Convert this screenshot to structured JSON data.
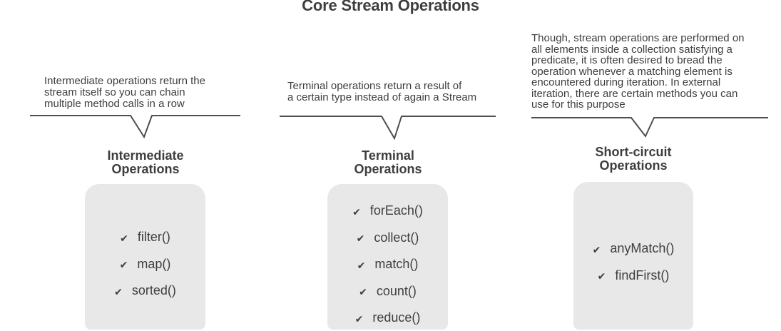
{
  "title": "Core Stream Operations",
  "colors": {
    "text": "#3f3e3e",
    "box_bg": "#e9e8e8",
    "brace_line": "#4f4e4e",
    "background": "#ffffff"
  },
  "icons": {
    "check": "✔"
  },
  "columns": [
    {
      "name": "intermediate-operations",
      "description": "Intermediate operations return the\nstream itself so you can chain\nmultiple method calls in a row",
      "heading": "Intermediate\nOperations",
      "items": [
        "filter()",
        "map()",
        "sorted()"
      ]
    },
    {
      "name": "terminal-operations",
      "description": "Terminal operations return a result of\na certain type instead of again a Stream",
      "heading": "Terminal\nOperations",
      "items": [
        "forEach()",
        "collect()",
        "match()",
        "count()",
        "reduce()"
      ]
    },
    {
      "name": "short-circuit-operations",
      "description": "Though, stream operations are performed on\nall elements inside a collection satisfying a\npredicate, it is often desired to bread the\noperation whenever a matching element is\nencountered during iteration. In external\niteration, there are certain methods you can\nuse for this purpose",
      "heading": "Short-circuit\nOperations",
      "items": [
        "anyMatch()",
        "findFirst()"
      ]
    }
  ]
}
